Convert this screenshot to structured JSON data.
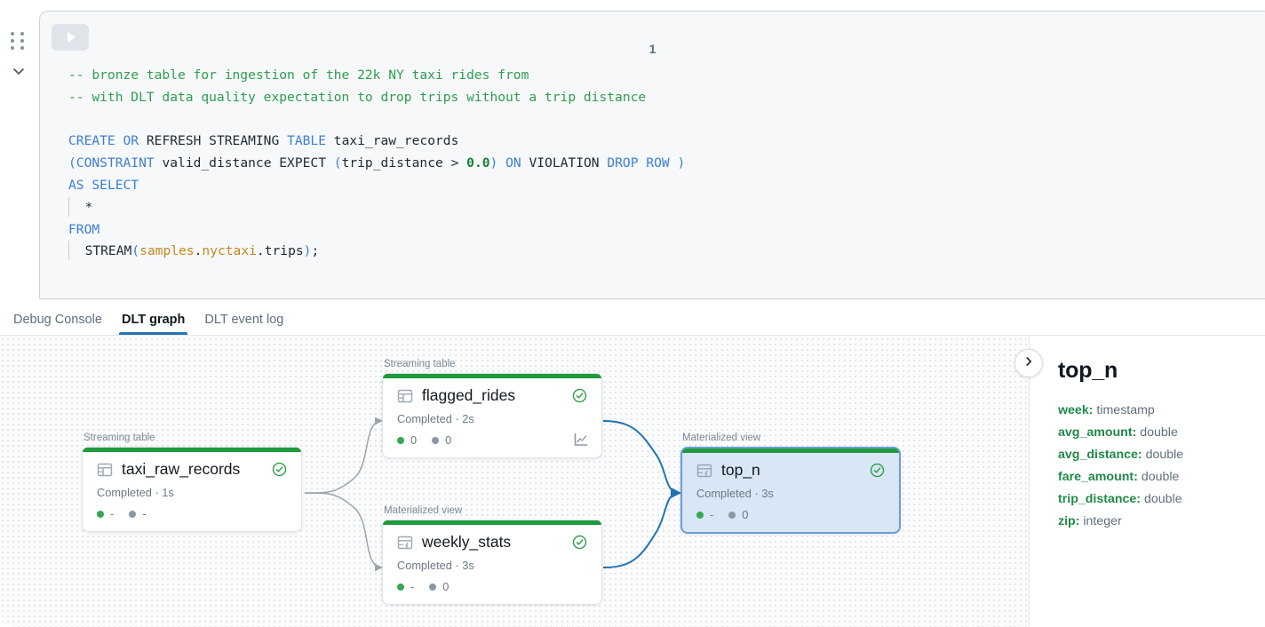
{
  "rail": {
    "grip_icon": "drag-grip-icon",
    "collapse_icon": "chevron-down-icon"
  },
  "cell": {
    "number": "1",
    "run_icon": "play-icon",
    "code_lines": [
      {
        "text": "-- bronze table for ingestion of the 22k NY taxi rides from",
        "type": "comment"
      },
      {
        "text": "-- with DLT data quality expectation to drop trips without a trip distance",
        "type": "comment"
      },
      {
        "text": "",
        "type": "blank"
      },
      {
        "text": "CREATE OR REFRESH STREAMING TABLE taxi_raw_records",
        "type": "code"
      },
      {
        "text": "(CONSTRAINT valid_distance EXPECT (trip_distance > 0.0) ON VIOLATION DROP ROW )",
        "type": "code"
      },
      {
        "text": "AS SELECT",
        "type": "code"
      },
      {
        "text": "  *",
        "type": "code"
      },
      {
        "text": "FROM",
        "type": "code"
      },
      {
        "text": "  STREAM(samples.nyctaxi.trips);",
        "type": "code"
      }
    ]
  },
  "tabs": [
    {
      "label": "Debug Console",
      "active": false
    },
    {
      "label": "DLT graph",
      "active": true
    },
    {
      "label": "DLT event log",
      "active": false
    }
  ],
  "graph": {
    "nodes": [
      {
        "id": "taxi_raw_records",
        "type_label": "Streaming table",
        "name": "taxi_raw_records",
        "status": "Completed · 1s",
        "metric_green": "-",
        "metric_gray": "-",
        "selected": false,
        "has_chart_icon": false
      },
      {
        "id": "flagged_rides",
        "type_label": "Streaming table",
        "name": "flagged_rides",
        "status": "Completed · 2s",
        "metric_green": "0",
        "metric_gray": "0",
        "selected": false,
        "has_chart_icon": true
      },
      {
        "id": "weekly_stats",
        "type_label": "Materialized view",
        "name": "weekly_stats",
        "status": "Completed · 3s",
        "metric_green": "-",
        "metric_gray": "0",
        "selected": false,
        "has_chart_icon": false
      },
      {
        "id": "top_n",
        "type_label": "Materialized view",
        "name": "top_n",
        "status": "Completed · 3s",
        "metric_green": "-",
        "metric_gray": "0",
        "selected": true,
        "has_chart_icon": false
      }
    ]
  },
  "panel": {
    "toggle_icon": "chevron-right-icon",
    "title": "top_n",
    "schema": [
      {
        "key": "week:",
        "type": "timestamp"
      },
      {
        "key": "avg_amount:",
        "type": "double"
      },
      {
        "key": "avg_distance:",
        "type": "double"
      },
      {
        "key": "fare_amount:",
        "type": "double"
      },
      {
        "key": "trip_distance:",
        "type": "double"
      },
      {
        "key": "zip:",
        "type": "integer"
      }
    ]
  },
  "colors": {
    "accent_blue": "#2272b4",
    "success_green": "#1f9a3d",
    "node_header": "#1f9a3d",
    "selected_fill": "#d9e6f5",
    "comment_green": "#2e9e50",
    "keyword_blue": "#3b7fd4",
    "string_gold": "#c08a1e"
  }
}
